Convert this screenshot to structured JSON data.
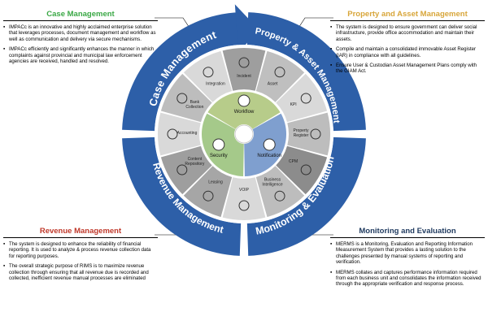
{
  "panels": {
    "case": {
      "title": "Case Management",
      "color": "#3aa845",
      "bullets": [
        "IMPACc is an innovative and highly acclaimed enterprise solution that leverages processes, document management and workflow as well as communication and delivery via secure mechanisms.",
        "IMPACc efficiently and significantly enhances the manner in which complaints against provincial and municipal law enforcement agencies are received, handled and resolved."
      ]
    },
    "property": {
      "title": "Property and Asset Management",
      "color": "#d8a63a",
      "bullets": [
        "The system is designed to ensure government can deliver social infrastructure, provide office accommodation and maintain their assets.",
        "Compile and maintain a consolidated immovable Asset Register (IAR) in compliance with all guidelines.",
        "Ensure User & Custodian Asset Management Plans comply with the GIAM Act."
      ]
    },
    "revenue": {
      "title": "Revenue Management",
      "color": "#c0392b",
      "bullets": [
        "The system is designed to enhance the reliability of financial reporting. It is used to analyze & process revenue collection data for reporting purposes.",
        "The overall strategic purpose of RIMS is to maximize revenue collection through ensuring that all revenue due is recorded and collected, inefficient revenue manual processes are eliminated"
      ]
    },
    "monitoring": {
      "title": "Monitoring and Evaluation",
      "color": "#1f3a5f",
      "bullets": [
        "MERMS is a Monitoring, Evaluation and Reporting Information Measurement System that provides a lasting solution to the challenges presented by manual systems of reporting and verification.",
        "MERMS collates and captures performance information required from each business unit and consolidates the information received through the appropriate verification and response process."
      ]
    }
  },
  "ring_labels": {
    "case": "Case Management",
    "property": "Property & Asset Management",
    "revenue": "Revenue Management",
    "monitoring": "Monitoring & Evaluation"
  },
  "segments": [
    {
      "label": "Incident",
      "icon": "shield-shape-icon",
      "color": "#9e9e9e"
    },
    {
      "label": "Asset",
      "icon": "monitor-icon",
      "color": "#bfbfbf"
    },
    {
      "label": "KPI",
      "icon": "info-icon",
      "color": "#d9d9d9"
    },
    {
      "label": "Property Register",
      "icon": "building-icon",
      "color": "#bdbdbd"
    },
    {
      "label": "CPM",
      "icon": "car-icon",
      "color": "#8c8c8c"
    },
    {
      "label": "Business Intelligence",
      "icon": "money-icon",
      "color": "#bdbdbd"
    },
    {
      "label": "VOIP",
      "icon": "phone-icon",
      "color": "#d9d9d9"
    },
    {
      "label": "Leasing",
      "icon": "people-icon",
      "color": "#a6a6a6"
    },
    {
      "label": "Content Repository",
      "icon": "database-icon",
      "color": "#9e9e9e"
    },
    {
      "label": "Accounting",
      "icon": "accounting-r-icon",
      "color": "#d9d9d9"
    },
    {
      "label": "Bank Collection",
      "icon": "touch-icon",
      "color": "#bdbdbd"
    },
    {
      "label": "Integration",
      "icon": "cloud-icon",
      "color": "#d9d9d9"
    }
  ],
  "hub": [
    {
      "label": "Workflow",
      "icon": "gears-icon",
      "color": "#b7cc8a"
    },
    {
      "label": "Notification",
      "icon": "chat-icon",
      "color": "#7f9fcf"
    },
    {
      "label": "Security",
      "icon": "group-icon",
      "color": "#a5c98a"
    }
  ],
  "colors": {
    "ring": "#2d5fa8",
    "hub_center": "#ffffff"
  }
}
